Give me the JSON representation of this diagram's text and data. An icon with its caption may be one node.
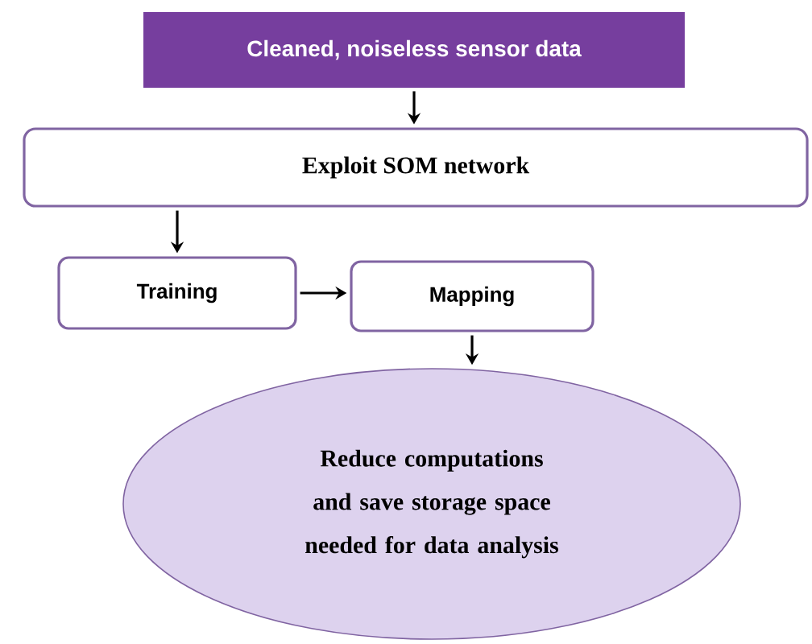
{
  "diagram": {
    "nodes": [
      {
        "text": [
          "Cleaned, noiseless sensor data"
        ]
      },
      {
        "text": [
          "Exploit SOM network"
        ]
      },
      {
        "text": [
          "Training"
        ]
      },
      {
        "text": [
          "Mapping"
        ]
      },
      {
        "text": [
          "Reduce computations and save storage space needed for data analysis"
        ]
      }
    ],
    "edges": [
      {
        "from": 0,
        "to": 1,
        "arrow": "to"
      },
      {
        "from": 1,
        "to": 2,
        "arrow": "to"
      },
      {
        "from": 2,
        "to": 3,
        "arrow": "to"
      },
      {
        "from": 3,
        "to": 4,
        "arrow": "to"
      }
    ]
  }
}
